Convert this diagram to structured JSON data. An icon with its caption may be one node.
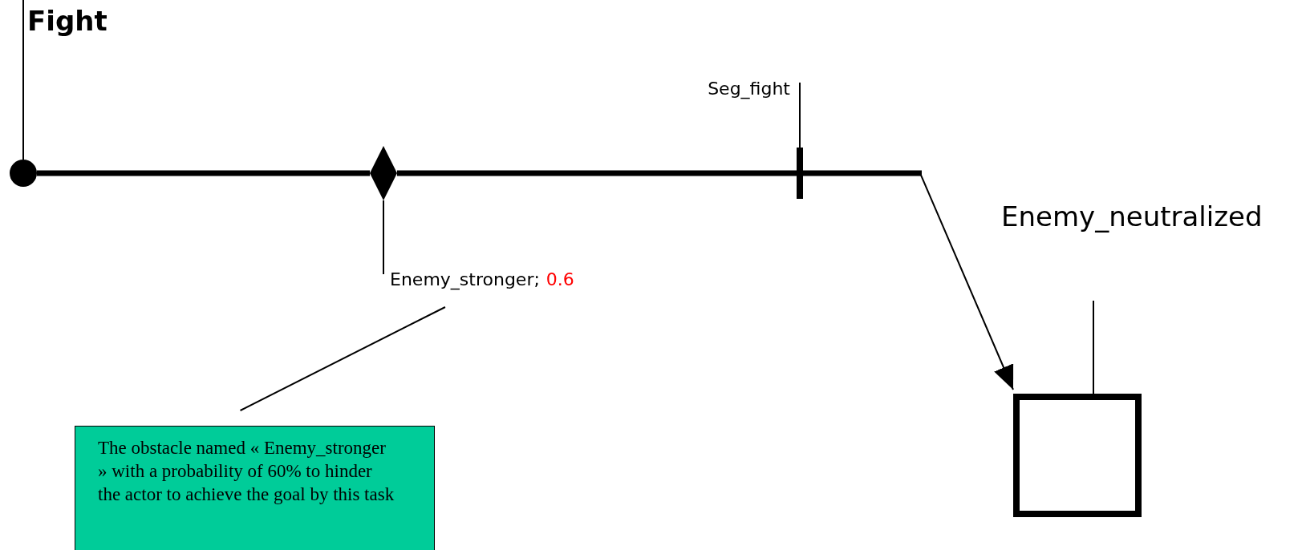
{
  "diagram": {
    "nodes": [
      {
        "text": [
          "Fight"
        ]
      },
      {
        "text": [],
        "shape": "circle"
      },
      {
        "text": [],
        "shape": "diamond"
      },
      {
        "text": [
          "Seg_fight"
        ]
      },
      {
        "text": [],
        "shape": "bar"
      },
      {
        "text": [
          "Enemy_stronger;",
          "0.6"
        ]
      },
      {
        "text": [
          "Enemy_neutralized"
        ]
      },
      {
        "text": [],
        "shape": "box"
      },
      {
        "text": [
          "The obstacle named « Enemy_stronger » with a probability of 60% to hinder the actor to achieve the goal by this task"
        ]
      }
    ],
    "edges": [
      {
        "from": 0,
        "to": 1,
        "arrow": "none"
      },
      {
        "from": 1,
        "to": 2,
        "arrow": "none",
        "style": "thick"
      },
      {
        "from": 2,
        "to": 4,
        "arrow": "none",
        "style": "thick"
      },
      {
        "from": 4,
        "to": 7,
        "arrow": "to"
      },
      {
        "from": 3,
        "to": 4,
        "arrow": "none"
      },
      {
        "from": 5,
        "to": 2,
        "arrow": "none"
      },
      {
        "from": 8,
        "to": 5,
        "arrow": "none"
      },
      {
        "from": 6,
        "to": 7,
        "arrow": "none"
      }
    ]
  }
}
